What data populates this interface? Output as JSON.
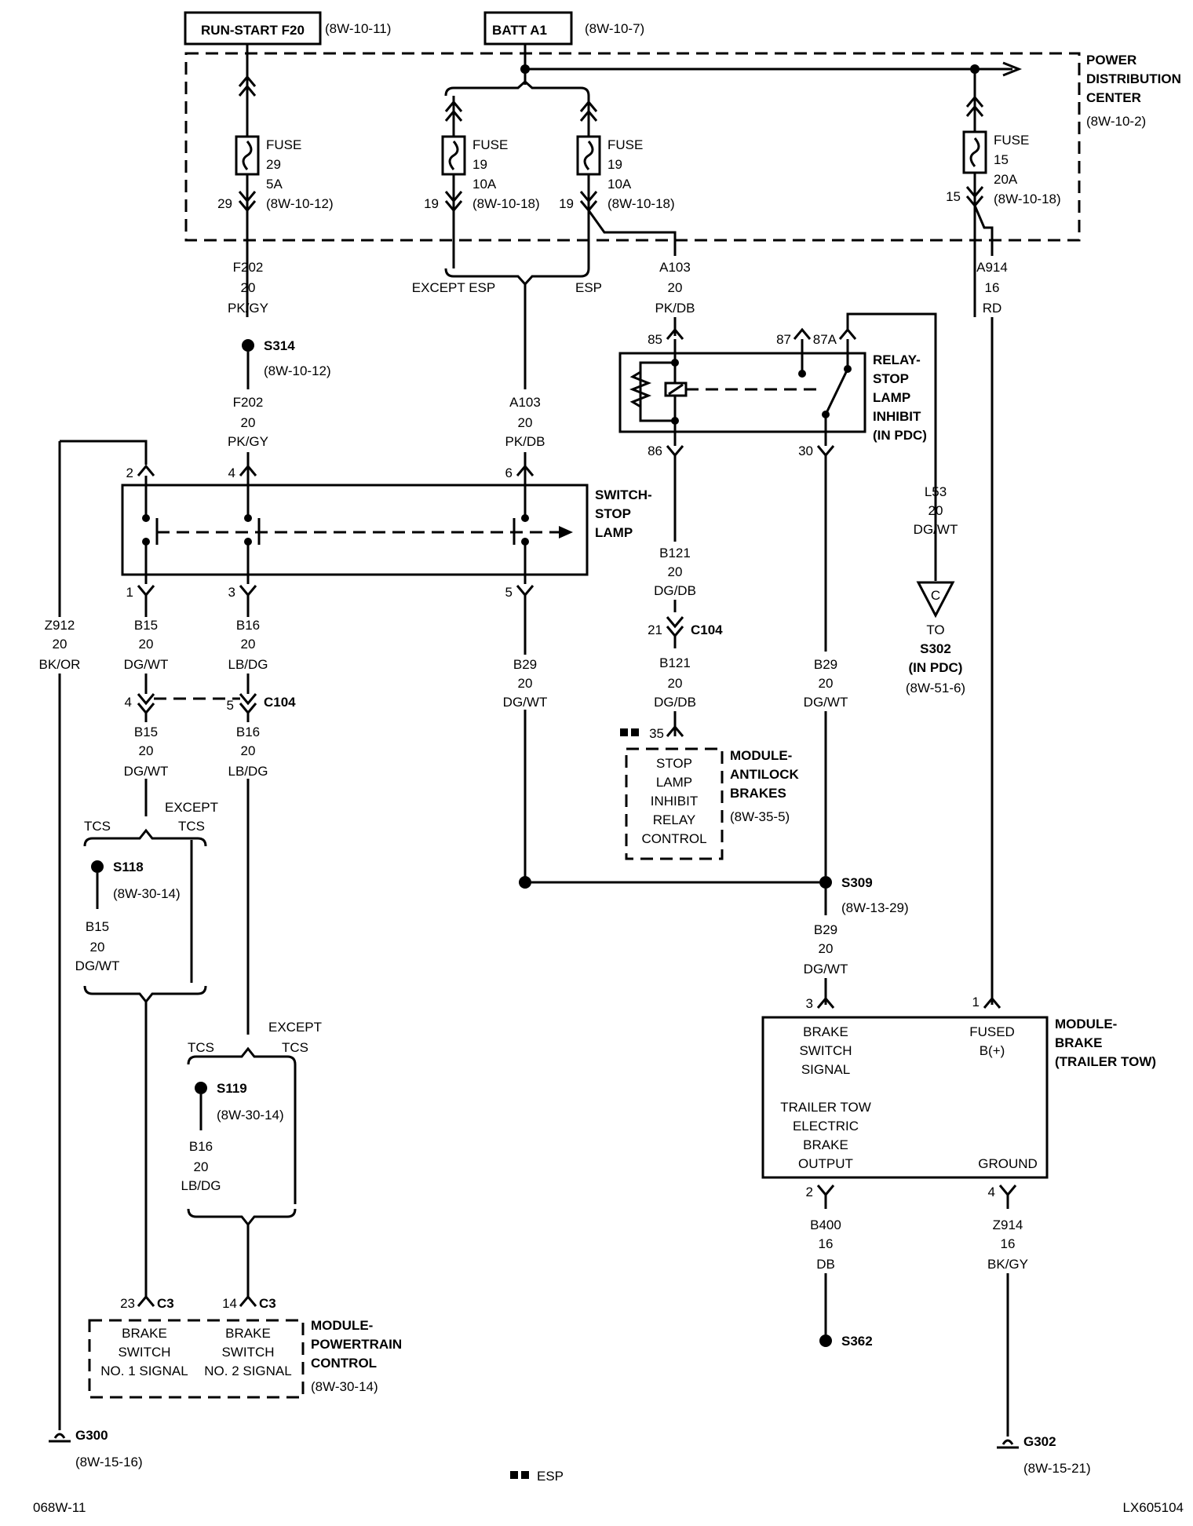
{
  "sources": {
    "run_start": "RUN-START F20",
    "run_start_ref": "(8W-10-11)",
    "batt": "BATT A1",
    "batt_ref": "(8W-10-7)"
  },
  "pdc": {
    "title": [
      "POWER",
      "DISTRIBUTION",
      "CENTER"
    ],
    "ref": "(8W-10-2)"
  },
  "fuses": [
    {
      "label": [
        "FUSE",
        "29",
        "5A",
        "(8W-10-12)"
      ],
      "pin": "29"
    },
    {
      "label": [
        "FUSE",
        "19",
        "10A",
        "(8W-10-18)"
      ],
      "pin": "19"
    },
    {
      "label": [
        "FUSE",
        "19",
        "10A",
        "(8W-10-18)"
      ],
      "pin": "19"
    },
    {
      "label": [
        "FUSE",
        "15",
        "20A",
        "(8W-10-18)"
      ],
      "pin": "15"
    }
  ],
  "wires": {
    "f202": [
      "F202",
      "20",
      "PK/GY"
    ],
    "a103_top": [
      "A103",
      "20",
      "PK/DB"
    ],
    "a914": [
      "A914",
      "16",
      "RD"
    ],
    "a103": [
      "A103",
      "20",
      "PK/DB"
    ],
    "l53": [
      "L53",
      "20",
      "DG/WT"
    ],
    "b121_a": [
      "B121",
      "20",
      "DG/DB"
    ],
    "b121_b": [
      "B121",
      "20",
      "DG/DB"
    ],
    "z912": [
      "Z912",
      "20",
      "BK/OR"
    ],
    "b15_a": [
      "B15",
      "20",
      "DG/WT"
    ],
    "b16_a": [
      "B16",
      "20",
      "LB/DG"
    ],
    "b15_b": [
      "B15",
      "20",
      "DG/WT"
    ],
    "b16_b": [
      "B16",
      "20",
      "LB/DG"
    ],
    "b29_a": [
      "B29",
      "20",
      "DG/WT"
    ],
    "b29_b": [
      "B29",
      "20",
      "DG/WT"
    ],
    "b15_c": [
      "B15",
      "20",
      "DG/WT"
    ],
    "b16_c": [
      "B16",
      "20",
      "LB/DG"
    ],
    "b29_c": [
      "B29",
      "20",
      "DG/WT"
    ],
    "b400": [
      "B400",
      "16",
      "DB"
    ],
    "z914": [
      "Z914",
      "16",
      "BK/GY"
    ]
  },
  "branch": {
    "except_esp": "EXCEPT ESP",
    "esp": "ESP",
    "tcs": "TCS",
    "except_tcs": [
      "EXCEPT",
      "TCS"
    ]
  },
  "splices": {
    "s314": "S314",
    "s314_ref": "(8W-10-12)",
    "s118": "S118",
    "s118_ref": "(8W-30-14)",
    "s119": "S119",
    "s119_ref": "(8W-30-14)",
    "s309": "S309",
    "s309_ref": "(8W-13-29)",
    "s362": "S362"
  },
  "grounds": {
    "g300": "G300",
    "g300_ref": "(8W-15-16)",
    "g302": "G302",
    "g302_ref": "(8W-15-21)"
  },
  "relay": {
    "title": [
      "RELAY-",
      "STOP",
      "LAMP",
      "INHIBIT",
      "(IN PDC)"
    ],
    "pins": {
      "p85": "85",
      "p87": "87",
      "p87a": "87A",
      "p86": "86",
      "p30": "30"
    }
  },
  "switch": {
    "title": [
      "SWITCH-",
      "STOP",
      "LAMP"
    ],
    "pins": {
      "p2": "2",
      "p4": "4",
      "p6": "6",
      "p1": "1",
      "p3": "3",
      "p5": "5"
    }
  },
  "connectors": {
    "c104": "C104",
    "c104_pin4": "4",
    "c104_pin5": "5",
    "c104_pin21": "21",
    "abs_pin": "35",
    "c3": "C3",
    "c3_pin23": "23",
    "c3_pin14": "14"
  },
  "offpage": {
    "letter": "C",
    "to": [
      "TO",
      "S302",
      "(IN PDC)",
      "(8W-51-6)"
    ]
  },
  "abs": {
    "title": [
      "MODULE-",
      "ANTILOCK",
      "BRAKES"
    ],
    "ref": "(8W-35-5)",
    "inner": [
      "STOP",
      "LAMP",
      "INHIBIT",
      "RELAY",
      "CONTROL"
    ]
  },
  "pcm": {
    "title": [
      "MODULE-",
      "POWERTRAIN",
      "CONTROL"
    ],
    "ref": "(8W-30-14)",
    "left": [
      "BRAKE",
      "SWITCH",
      "NO. 1 SIGNAL"
    ],
    "right": [
      "BRAKE",
      "SWITCH",
      "NO. 2 SIGNAL"
    ]
  },
  "trailer": {
    "title": [
      "MODULE-",
      "BRAKE",
      "(TRAILER TOW)"
    ],
    "pin3": "3",
    "pin1": "1",
    "pin2": "2",
    "pin4": "4",
    "brake_signal": [
      "BRAKE",
      "SWITCH",
      "SIGNAL"
    ],
    "fused": [
      "FUSED",
      "B(+)"
    ],
    "output": [
      "TRAILER TOW",
      "ELECTRIC",
      "BRAKE",
      "OUTPUT"
    ],
    "ground": "GROUND"
  },
  "legend": {
    "esp": "ESP"
  },
  "footer": {
    "left": "068W-11",
    "right": "LX605104"
  }
}
